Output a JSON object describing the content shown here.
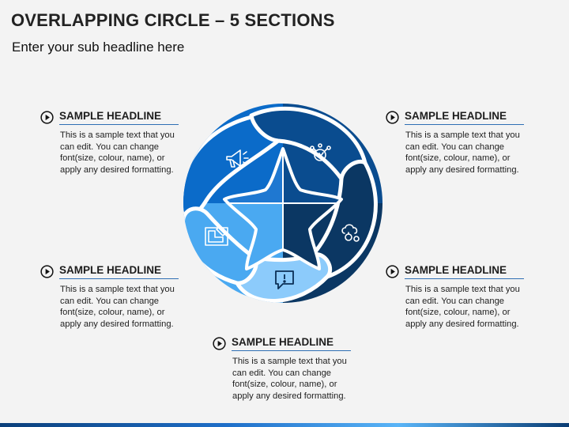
{
  "title": "OVERLAPPING CIRCLE – 5 SECTIONS",
  "subtitle": "Enter your sub headline here",
  "colors": {
    "section_1": "#0b6bc9",
    "section_2": "#0a4c8f",
    "section_3": "#0b3763",
    "section_4": "#8ccbfb",
    "section_5": "#4aa9f1",
    "accent_line": "#2f6fb4"
  },
  "blocks": [
    {
      "headline": "SAMPLE HEADLINE",
      "text": "This is a sample text that you can edit. You can change font(size, colour, name), or apply any desired formatting."
    },
    {
      "headline": "SAMPLE HEADLINE",
      "text": "This is a sample text that you can edit. You can change font(size, colour, name), or apply any desired formatting."
    },
    {
      "headline": "SAMPLE HEADLINE",
      "text": "This is a sample text that you can edit. You can change font(size, colour, name), or apply any desired formatting."
    },
    {
      "headline": "SAMPLE HEADLINE",
      "text": "This is a sample text that you can edit. You can change font(size, colour, name), or apply any desired formatting."
    },
    {
      "headline": "SAMPLE HEADLINE",
      "text": "This is a sample text that you can edit. You can change font(size, colour, name), or apply any desired formatting."
    }
  ],
  "icons": [
    "megaphone-icon",
    "analytics-search-icon",
    "cloud-settings-icon",
    "alert-message-icon",
    "blueprint-icon"
  ]
}
